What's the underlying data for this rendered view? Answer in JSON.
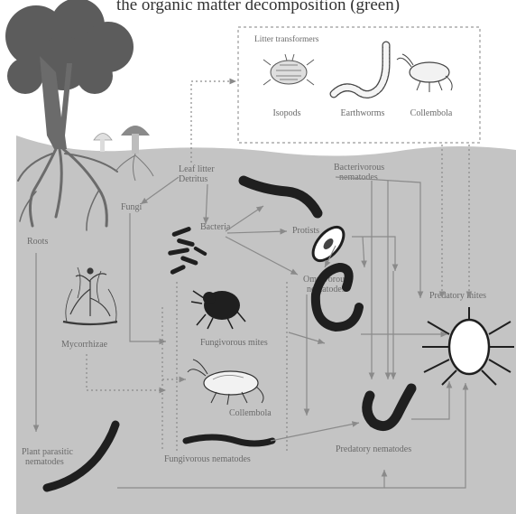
{
  "top_text": "the organic matter decomposition (green)",
  "litter_box": {
    "title": "Litter transformers",
    "items": [
      "Isopods",
      "Earthworms",
      "Collembola"
    ]
  },
  "nodes": {
    "leaf_litter": "Leaf litter",
    "detritus": "Detritus",
    "fungi": "Fungi",
    "bacteria": "Bacteria",
    "protists": "Protists",
    "roots": "Roots",
    "mycorrhizae": "Mycorrhizae",
    "bacterivorous_nematodes_1": "Bacterivorous",
    "bacterivorous_nematodes_2": "nematodes",
    "omnivorous_nematodes_1": "Omnivorous",
    "omnivorous_nematodes_2": "nematodes",
    "fungivorous_mites": "Fungivorous mites",
    "collembola": "Collembola",
    "predatory_mites": "Predatory mites",
    "predatory_nematodes": "Predatory nematodes",
    "fungivorous_nematodes": "Fungivorous nematodes",
    "plant_parasitic_1": "Plant parasitic",
    "plant_parasitic_2": "nematodes"
  },
  "colors": {
    "soil": "#c4c4c4",
    "sky": "#ffffff",
    "tree": "#6b6b6b",
    "canopy": "#5c5c5c",
    "organism": "#1f1f1f",
    "arrow": "#8a8a8a",
    "label": "#6a6a6a"
  }
}
